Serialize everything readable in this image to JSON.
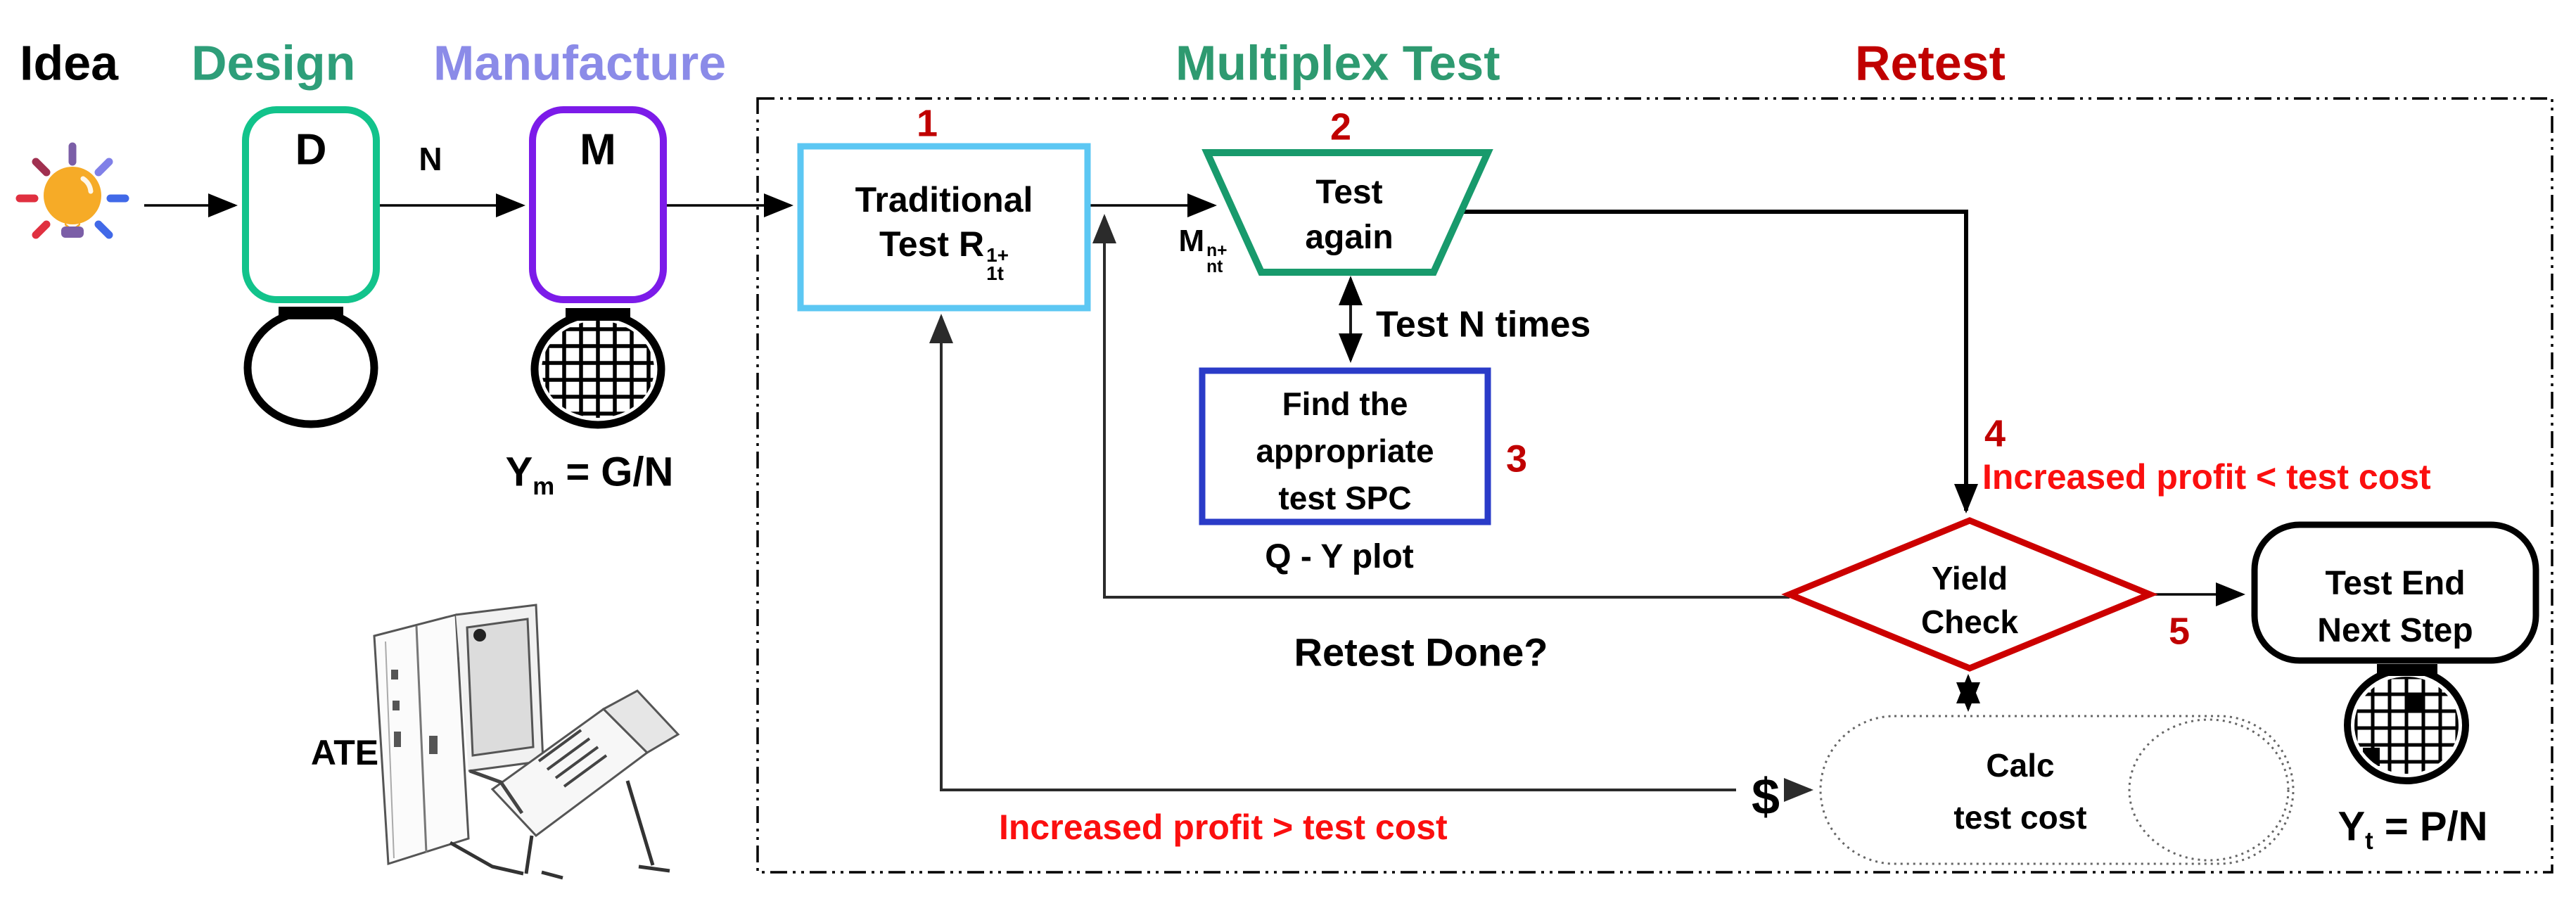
{
  "header": {
    "idea": "Idea",
    "design": "Design",
    "manufacture": "Manufacture",
    "multiplex": "Multiplex Test",
    "retest": "Retest"
  },
  "stages": {
    "d_letter": "D",
    "m_letter": "M",
    "n_label": "N",
    "ate_label": "ATE",
    "ym_formula": {
      "base": "Y",
      "sub": "m",
      "rest": " = G/N"
    },
    "yt_formula": {
      "base": "Y",
      "sub": "t",
      "rest": " = P/N"
    }
  },
  "flow": {
    "step1": {
      "badge": "1",
      "line1": "Traditional",
      "line2": "Test ",
      "r_base": "R",
      "r_sup": "1+",
      "r_sub": "1t"
    },
    "step2": {
      "badge": "2",
      "line1": "Test",
      "line2": "again"
    },
    "m_nt": {
      "base": "M",
      "sup": "n+",
      "sub": "nt"
    },
    "step3": {
      "badge": "3",
      "line1": "Find the",
      "line2": "appropriate",
      "line3": "test SPC",
      "caption": "Q - Y plot"
    },
    "step4": {
      "badge": "4",
      "label": "Increased profit < test cost"
    },
    "step5": {
      "badge": "5"
    },
    "test_n_times": "Test N times",
    "retest_done": "Retest Done?",
    "profit_gt": "Increased profit > test cost",
    "dollar": "$",
    "decision": {
      "line1": "Yield",
      "line2": "Check"
    },
    "terminal": {
      "line1": "Test End",
      "line2": "Next Step"
    },
    "calc": {
      "line1": "Calc",
      "line2": "test cost"
    }
  },
  "colors": {
    "design_label": "#2E9E79",
    "manufacture_label": "#8B8BE8",
    "multiplex_label": "#2E9A70",
    "retest_label": "#C00000",
    "step_number": "#C00000",
    "branch_text": "#FB0F0F",
    "d_box_border": "#12C38B",
    "m_box_border": "#7C1BE9",
    "traditional_box_border": "#5CC7F3",
    "trapezoid_border": "#189A6C",
    "spc_box_border": "#2A3BC8",
    "diamond_border": "#CC0000",
    "bulb": "#F6AB27"
  }
}
